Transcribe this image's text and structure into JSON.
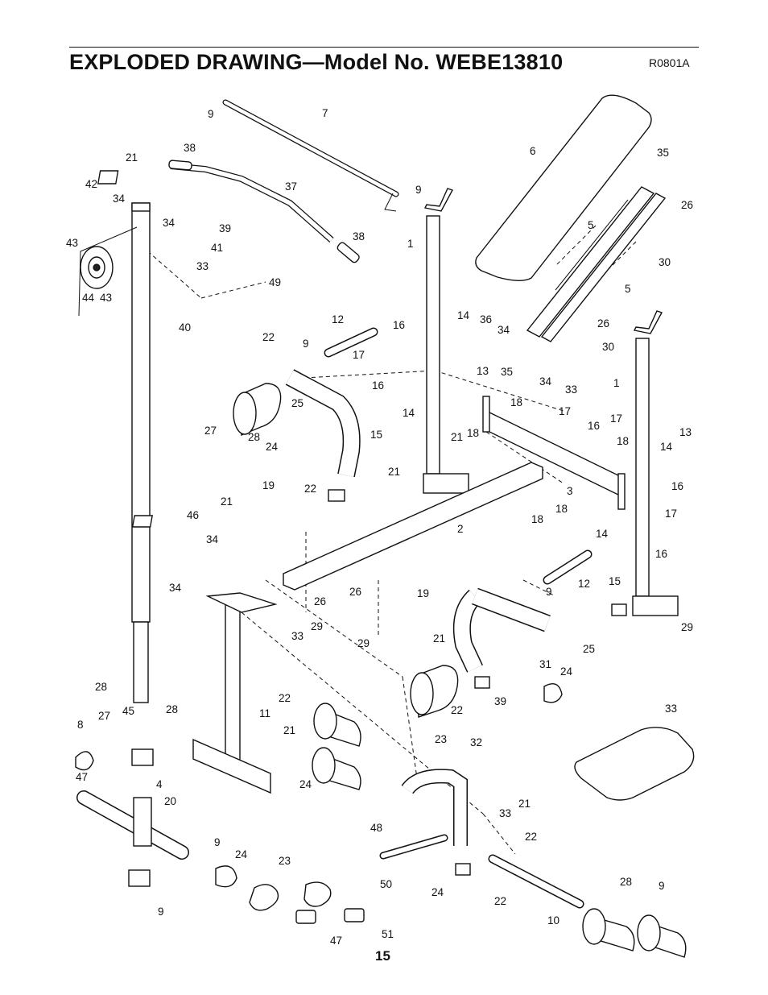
{
  "header": {
    "title": "EXPLODED DRAWING—Model No. WEBE13810",
    "drawing_code": "R0801A"
  },
  "footer": {
    "page_number": "15"
  },
  "callouts": [
    "9",
    "7",
    "21",
    "38",
    "42",
    "34",
    "37",
    "9",
    "6",
    "35",
    "39",
    "34",
    "1",
    "43",
    "41",
    "38",
    "26",
    "33",
    "5",
    "30",
    "44",
    "43",
    "49",
    "5",
    "40",
    "36",
    "14",
    "12",
    "34",
    "26",
    "22",
    "9",
    "16",
    "30",
    "17",
    "13",
    "35",
    "34",
    "1",
    "16",
    "33",
    "25",
    "14",
    "18",
    "27",
    "17",
    "28",
    "16",
    "17",
    "24",
    "15",
    "21",
    "18",
    "13",
    "18",
    "14",
    "21",
    "19",
    "16",
    "22",
    "3",
    "21",
    "18",
    "17",
    "46",
    "2",
    "18",
    "14",
    "34",
    "16",
    "12",
    "34",
    "26",
    "19",
    "15",
    "26",
    "9",
    "29",
    "33",
    "29",
    "29",
    "21",
    "25",
    "22",
    "31",
    "24",
    "28",
    "39",
    "22",
    "27",
    "45",
    "33",
    "11",
    "8",
    "28",
    "21",
    "23",
    "32",
    "4",
    "47",
    "24",
    "21",
    "33",
    "20",
    "48",
    "22",
    "9",
    "24",
    "28",
    "9",
    "23",
    "50",
    "24",
    "22",
    "10",
    "9",
    "47",
    "51",
    "51"
  ]
}
